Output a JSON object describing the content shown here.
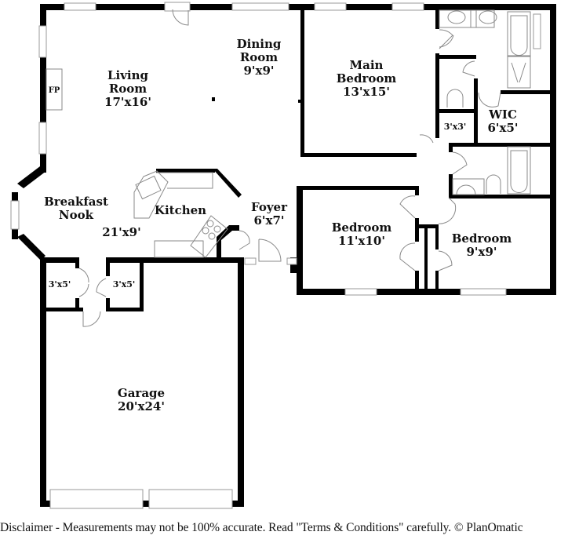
{
  "floorplan": {
    "rooms": [
      {
        "id": "living-room",
        "name_lines": [
          "Living",
          "Room"
        ],
        "size": "17'x16'"
      },
      {
        "id": "dining-room",
        "name_lines": [
          "Dining",
          "Room"
        ],
        "size": "9'x9'"
      },
      {
        "id": "main-bedroom",
        "name_lines": [
          "Main",
          "Bedroom"
        ],
        "size": "13'x15'"
      },
      {
        "id": "wic",
        "name_lines": [
          "WIC"
        ],
        "size": "6'x5'"
      },
      {
        "id": "closet-3x3",
        "name_lines": [],
        "size": "3'x3'"
      },
      {
        "id": "breakfast-nook",
        "name_lines": [
          "Breakfast",
          "Nook"
        ],
        "size": "21'x9'"
      },
      {
        "id": "kitchen",
        "name_lines": [
          "Kitchen"
        ],
        "size": ""
      },
      {
        "id": "foyer",
        "name_lines": [
          "Foyer"
        ],
        "size": "6'x7'"
      },
      {
        "id": "bedroom-2",
        "name_lines": [
          "Bedroom"
        ],
        "size": "11'x10'"
      },
      {
        "id": "bedroom-3",
        "name_lines": [
          "Bedroom"
        ],
        "size": "9'x9'"
      },
      {
        "id": "closet-left",
        "name_lines": [],
        "size": "3'x5'"
      },
      {
        "id": "closet-right",
        "name_lines": [],
        "size": "3'x5'"
      },
      {
        "id": "garage",
        "name_lines": [
          "Garage"
        ],
        "size": "20'x24'"
      }
    ],
    "fireplace_label": "FP"
  },
  "footer": {
    "disclaimer": "Disclaimer - Measurements may not be 100% accurate. Read \"Terms & Conditions\" carefully. © PlanOmatic"
  }
}
